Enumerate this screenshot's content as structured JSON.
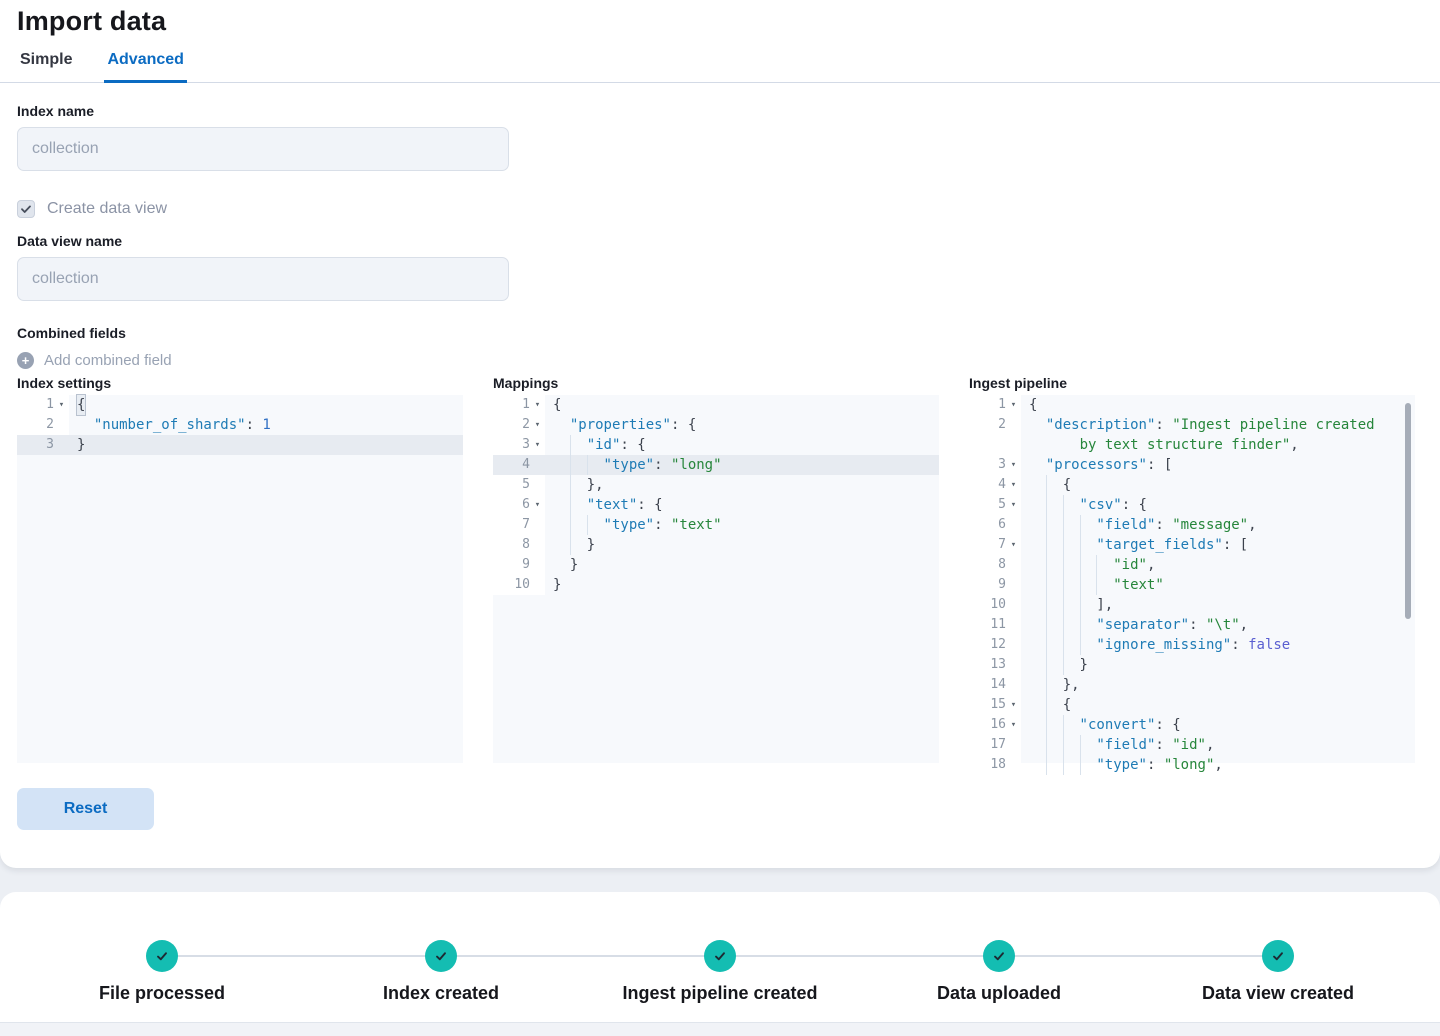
{
  "colors": {
    "accent": "#0b6bc2",
    "tab_inactive": "#343741",
    "step_complete": "#14bdb2",
    "reset_bg": "#d3e3f6",
    "code_key": "#1e7bb5",
    "code_string": "#26863b",
    "code_number": "#2f6fc4",
    "code_boolean": "#5a5fd1"
  },
  "header": {
    "title": "Import data"
  },
  "tabs": {
    "simple": "Simple",
    "advanced": "Advanced"
  },
  "form": {
    "index_name_label": "Index name",
    "index_placeholder": "collection",
    "create_data_view_label": "Create data view",
    "create_data_view_checked": "checked",
    "data_view_name_label": "Data view name",
    "data_view_placeholder": "collection",
    "combined_fields_label": "Combined fields",
    "add_combined_field_label": "Add combined field",
    "plus_glyph": "+"
  },
  "editors": [
    {
      "title": "Index settings",
      "lines": [
        {
          "n": "1",
          "f": true,
          "g": 0,
          "l": 0,
          "s": [
            [
              "m",
              "{"
            ]
          ]
        },
        {
          "n": "2",
          "g": 0,
          "l": 2,
          "s": [
            [
              "k",
              "\"number_of_shards\""
            ],
            [
              "p",
              ": "
            ],
            [
              "n",
              "1"
            ]
          ]
        },
        {
          "n": "3",
          "g": 0,
          "l": 0,
          "h": true,
          "s": [
            [
              "p",
              "}"
            ]
          ]
        }
      ]
    },
    {
      "title": "Mappings",
      "lines": [
        {
          "n": "1",
          "f": true,
          "g": 0,
          "l": 0,
          "s": [
            [
              "p",
              "{"
            ]
          ]
        },
        {
          "n": "2",
          "f": true,
          "g": 0,
          "l": 2,
          "s": [
            [
              "k",
              "\"properties\""
            ],
            [
              "p",
              ": {"
            ]
          ]
        },
        {
          "n": "3",
          "f": true,
          "g": 1,
          "l": 2,
          "s": [
            [
              "k",
              "\"id\""
            ],
            [
              "p",
              ": {"
            ]
          ]
        },
        {
          "n": "4",
          "g": 2,
          "l": 2,
          "h": true,
          "s": [
            [
              "k",
              "\"type\""
            ],
            [
              "p",
              ": "
            ],
            [
              "v",
              "\"long\""
            ]
          ]
        },
        {
          "n": "5",
          "g": 1,
          "l": 2,
          "s": [
            [
              "p",
              "},"
            ]
          ]
        },
        {
          "n": "6",
          "f": true,
          "g": 1,
          "l": 2,
          "s": [
            [
              "k",
              "\"text\""
            ],
            [
              "p",
              ": {"
            ]
          ]
        },
        {
          "n": "7",
          "g": 2,
          "l": 2,
          "s": [
            [
              "k",
              "\"type\""
            ],
            [
              "p",
              ": "
            ],
            [
              "v",
              "\"text\""
            ]
          ]
        },
        {
          "n": "8",
          "g": 1,
          "l": 2,
          "s": [
            [
              "p",
              "}"
            ]
          ]
        },
        {
          "n": "9",
          "g": 0,
          "l": 2,
          "s": [
            [
              "p",
              "}"
            ]
          ]
        },
        {
          "n": "10",
          "g": 0,
          "l": 0,
          "s": [
            [
              "p",
              "}"
            ]
          ]
        }
      ]
    },
    {
      "title": "Ingest pipeline",
      "has_scrollbar": true,
      "lines": [
        {
          "n": "1",
          "f": true,
          "g": 0,
          "l": 0,
          "s": [
            [
              "p",
              "{"
            ]
          ]
        },
        {
          "n": "2",
          "g": 0,
          "l": 2,
          "s": [
            [
              "k",
              "\"description\""
            ],
            [
              "p",
              ": "
            ],
            [
              "v",
              "\"Ingest pipeline created"
            ]
          ]
        },
        {
          "n": "",
          "g": 0,
          "l": 6,
          "s": [
            [
              "v",
              "by text structure finder\""
            ],
            [
              "p",
              ","
            ]
          ]
        },
        {
          "n": "3",
          "f": true,
          "g": 0,
          "l": 2,
          "s": [
            [
              "k",
              "\"processors\""
            ],
            [
              "p",
              ": ["
            ]
          ]
        },
        {
          "n": "4",
          "f": true,
          "g": 1,
          "l": 2,
          "s": [
            [
              "p",
              "{"
            ]
          ]
        },
        {
          "n": "5",
          "f": true,
          "g": 2,
          "l": 2,
          "s": [
            [
              "k",
              "\"csv\""
            ],
            [
              "p",
              ": {"
            ]
          ]
        },
        {
          "n": "6",
          "g": 3,
          "l": 2,
          "s": [
            [
              "k",
              "\"field\""
            ],
            [
              "p",
              ": "
            ],
            [
              "v",
              "\"message\""
            ],
            [
              "p",
              ","
            ]
          ]
        },
        {
          "n": "7",
          "f": true,
          "g": 3,
          "l": 2,
          "s": [
            [
              "k",
              "\"target_fields\""
            ],
            [
              "p",
              ": ["
            ]
          ]
        },
        {
          "n": "8",
          "g": 4,
          "l": 2,
          "s": [
            [
              "v",
              "\"id\""
            ],
            [
              "p",
              ","
            ]
          ]
        },
        {
          "n": "9",
          "g": 4,
          "l": 2,
          "s": [
            [
              "v",
              "\"text\""
            ]
          ]
        },
        {
          "n": "10",
          "g": 3,
          "l": 2,
          "s": [
            [
              "p",
              "],"
            ]
          ]
        },
        {
          "n": "11",
          "g": 3,
          "l": 2,
          "s": [
            [
              "k",
              "\"separator\""
            ],
            [
              "p",
              ": "
            ],
            [
              "v",
              "\"\\t\""
            ],
            [
              "p",
              ","
            ]
          ]
        },
        {
          "n": "12",
          "g": 3,
          "l": 2,
          "s": [
            [
              "k",
              "\"ignore_missing\""
            ],
            [
              "p",
              ": "
            ],
            [
              "b",
              "false"
            ]
          ]
        },
        {
          "n": "13",
          "g": 2,
          "l": 2,
          "s": [
            [
              "p",
              "}"
            ]
          ]
        },
        {
          "n": "14",
          "g": 1,
          "l": 2,
          "s": [
            [
              "p",
              "},"
            ]
          ]
        },
        {
          "n": "15",
          "f": true,
          "g": 1,
          "l": 2,
          "s": [
            [
              "p",
              "{"
            ]
          ]
        },
        {
          "n": "16",
          "f": true,
          "g": 2,
          "l": 2,
          "s": [
            [
              "k",
              "\"convert\""
            ],
            [
              "p",
              ": {"
            ]
          ]
        },
        {
          "n": "17",
          "g": 3,
          "l": 2,
          "s": [
            [
              "k",
              "\"field\""
            ],
            [
              "p",
              ": "
            ],
            [
              "v",
              "\"id\""
            ],
            [
              "p",
              ","
            ]
          ]
        },
        {
          "n": "18",
          "g": 3,
          "l": 2,
          "s": [
            [
              "k",
              "\"type\""
            ],
            [
              "p",
              ": "
            ],
            [
              "v",
              "\"long\""
            ],
            [
              "p",
              ","
            ]
          ]
        }
      ]
    }
  ],
  "actions": {
    "reset_label": "Reset"
  },
  "steps": [
    {
      "label": "File processed",
      "complete": true
    },
    {
      "label": "Index created",
      "complete": true
    },
    {
      "label": "Ingest pipeline created",
      "complete": true
    },
    {
      "label": "Data uploaded",
      "complete": true
    },
    {
      "label": "Data view created",
      "complete": true
    }
  ]
}
